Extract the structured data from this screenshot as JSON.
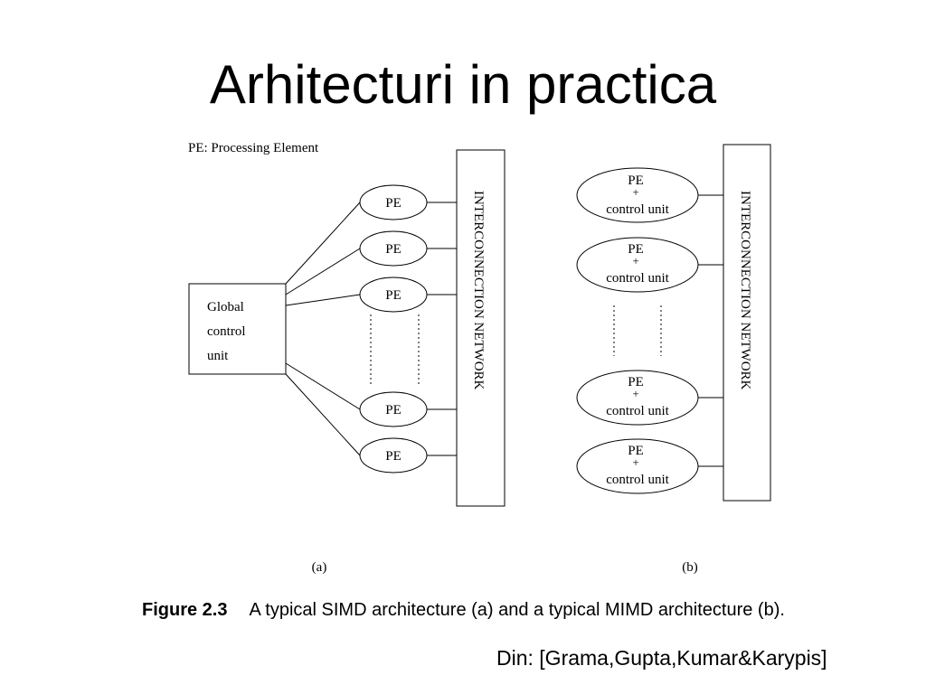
{
  "title": "Arhitecturi in practica",
  "legend": "PE: Processing Element",
  "simd": {
    "global_unit": [
      "Global",
      "control",
      "unit"
    ],
    "pe_label": "PE",
    "network_label": "INTERCONNECTION NETWORK",
    "panel_label": "(a)"
  },
  "mimd": {
    "pe_line1": "PE",
    "pe_line2": "+",
    "pe_line3": "control unit",
    "network_label": "INTERCONNECTION NETWORK",
    "panel_label": "(b)"
  },
  "caption": {
    "figure_number": "Figure 2.3",
    "text": "A typical  SIMD architecture (a) and a typical MIMD architecture (b)."
  },
  "source": "Din: [Grama,Gupta,Kumar&Karypis]"
}
